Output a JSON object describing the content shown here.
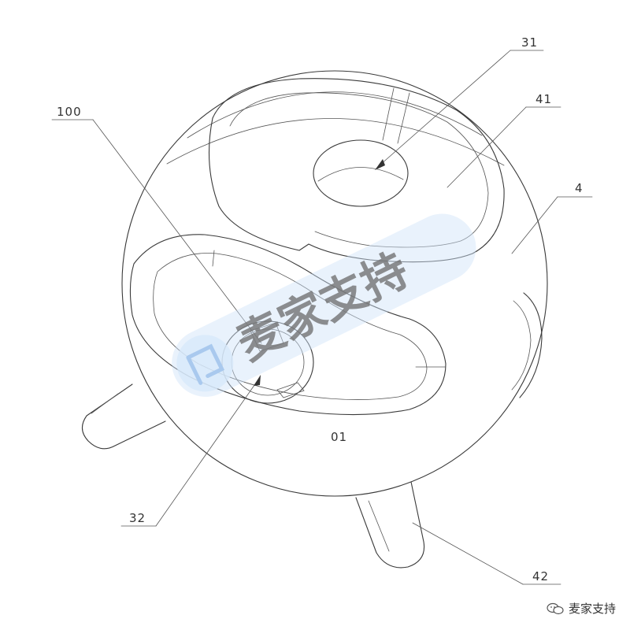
{
  "labels": {
    "l31": "31",
    "l41": "41",
    "l100": "100",
    "l4": "4",
    "l32": "32",
    "l42": "42",
    "l01": "01"
  },
  "watermark": {
    "text": "麦家支持",
    "icon": "brand-logo-icon",
    "band_color": "#cfe3f8"
  },
  "credit": {
    "icon": "wechat-bubble-icon",
    "text": "麦家支持"
  }
}
